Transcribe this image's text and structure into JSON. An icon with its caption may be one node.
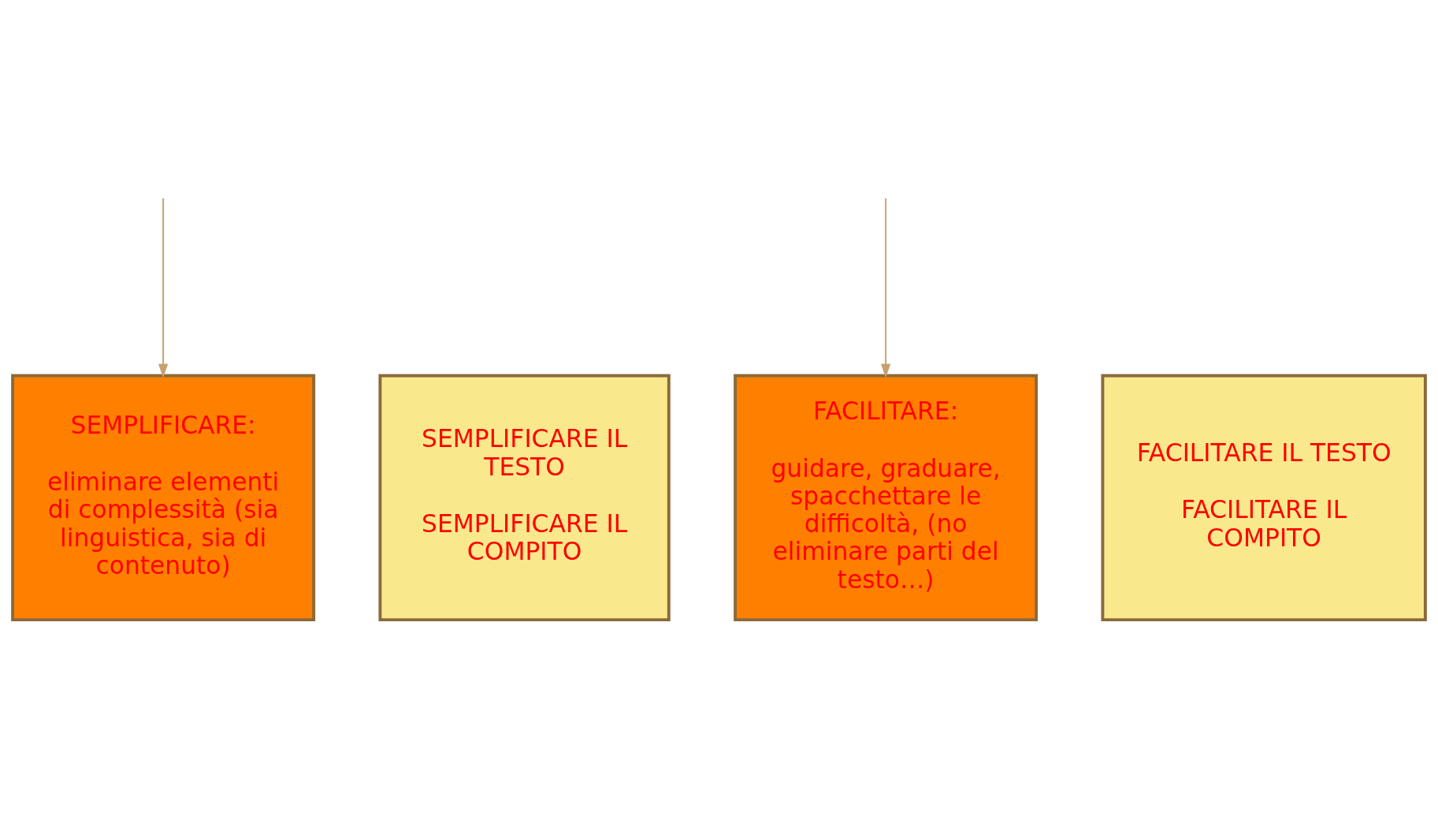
{
  "diagram": {
    "nodes": [
      {
        "text": [
          "SEMPLIFICARE:",
          "eliminare elementi di complessità (sia linguistica, sia di contenuto)"
        ]
      },
      {
        "text": [
          "SEMPLIFICARE IL TESTO",
          "SEMPLIFICARE IL COMPITO"
        ]
      },
      {
        "text": [
          "FACILITARE:",
          "guidare, graduare, spacchettare le difficoltà, (no eliminare parti del testo…)"
        ]
      },
      {
        "text": [
          "FACILITARE IL TESTO",
          "FACILITARE IL COMPITO"
        ]
      }
    ],
    "edges": [
      {
        "from": null,
        "to": 0,
        "arrow": "to"
      },
      {
        "from": null,
        "to": 2,
        "arrow": "to"
      }
    ]
  }
}
